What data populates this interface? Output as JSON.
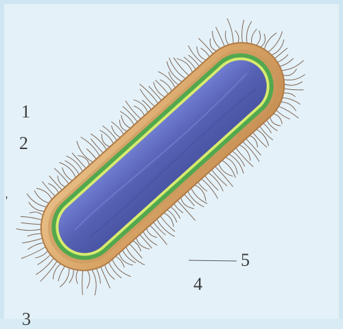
{
  "labels": {
    "l1": "1",
    "l2": "2",
    "l3": "3",
    "l4": "4",
    "l5": "5",
    "tick": "'"
  },
  "colors": {
    "background": "#dcedf6",
    "capsule": "#d9a567",
    "capsule_dark": "#b9834a",
    "cell_wall_green": "#5cb85c",
    "membrane_yellow": "#e8ef8a",
    "cytoplasm": "#5862b5",
    "pili": "#8a7060"
  }
}
